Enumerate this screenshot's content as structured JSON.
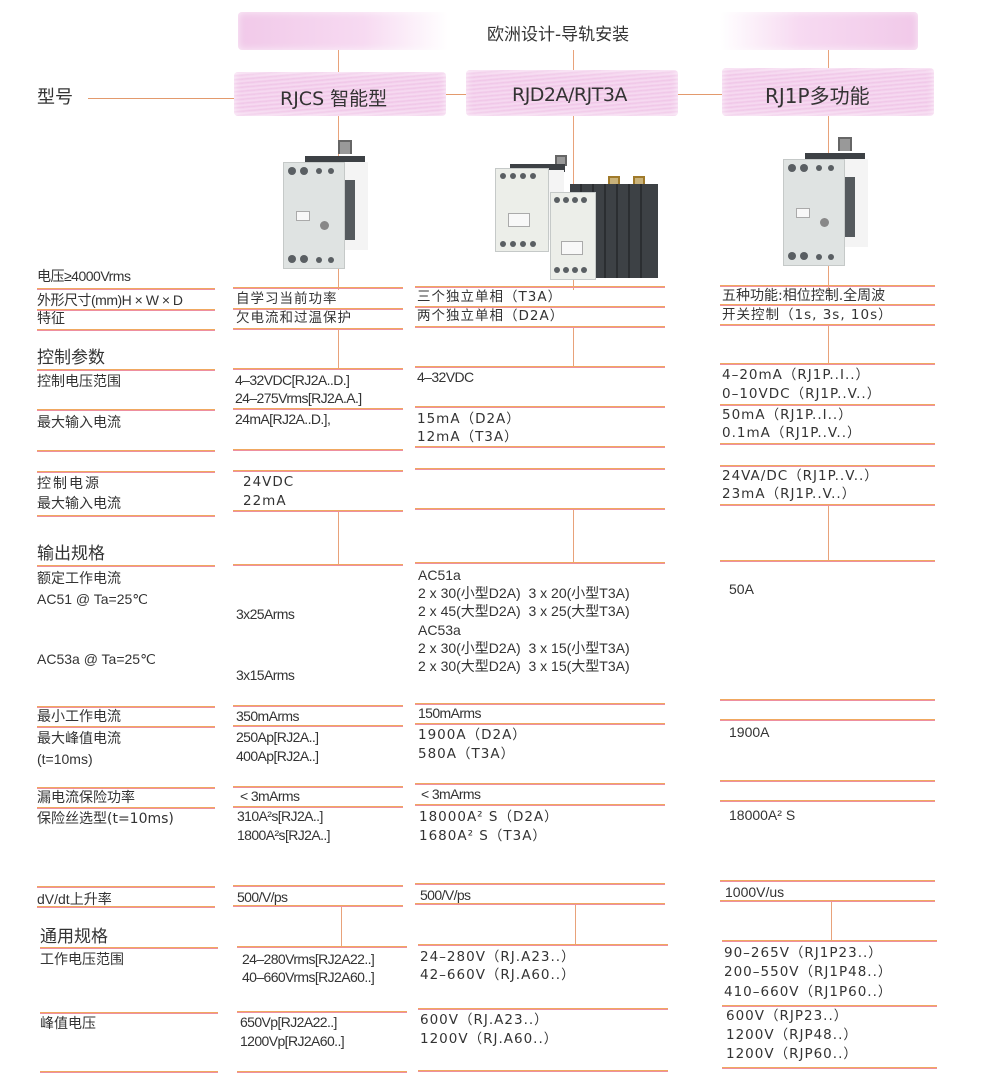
{
  "header": {
    "banner_title": "欧洲设计-导轨安装",
    "model_label": "型号",
    "models": [
      {
        "name": "RJCS 智能型"
      },
      {
        "name": "RJD2A/RJT3A"
      },
      {
        "name": "RJ1P多功能"
      }
    ]
  },
  "colors": {
    "header_pink": "#f1c9e9",
    "line_orange": "#f0a860",
    "line_pink": "#ee8fa0",
    "connector": "#e8a27a",
    "text": "#333333"
  },
  "rows": {
    "isolation": {
      "label": "电压≥4000Vrms"
    },
    "dimensions": {
      "label": "外形尺寸(mm)H × W × D",
      "c1": "自学习当前功率",
      "c2": "三个独立单相（T3A）",
      "c3": "五种功能:相位控制.全周波"
    },
    "features": {
      "label": "特征",
      "c1": "欠电流和过温保护",
      "c2": "两个独立单相（D2A）",
      "c3": "开关控制（1s, 3s, 10s）"
    },
    "control_params": {
      "label": "控制参数"
    },
    "control_voltage": {
      "label": "控制电压范围",
      "c1_l1": "4–32VDC[RJ2A..D.]",
      "c1_l2": "24–275Vrms[RJ2A.A.]",
      "c2": "4–32VDC",
      "c3_l1": "4–20mA（RJ1P..I..）",
      "c3_l2": "0–10VDC（RJ1P..V..）"
    },
    "max_input_current": {
      "label": "最大输入电流",
      "c1": "24mA[RJ2A..D.],",
      "c2_l1": "15mA（D2A）",
      "c2_l2": "12mA（T3A）",
      "c3_l1": "50mA（RJ1P..I..）",
      "c3_l2": "0.1mA（RJ1P..V..）"
    },
    "control_supply": {
      "label_l1": "控制电源",
      "label_l2": "最大输入电流",
      "c1_l1": "24VDC",
      "c1_l2": "22mA",
      "c3_l1": "24VA/DC（RJ1P..V..）",
      "c3_l2": "23mA（RJ1P..V..）"
    },
    "output_spec": {
      "label": "输出规格"
    },
    "rated_current": {
      "label_l1": "额定工作电流",
      "label_l2": "AC51 @ Ta=25℃",
      "label_ac53": "AC53a @ Ta=25℃",
      "c1_ac51": "3x25Arms",
      "c1_ac53": "3x15Arms",
      "c2_lines": [
        "AC51a",
        "2 x 30(小型D2A)  3 x 20(小型T3A)",
        "2 x 45(大型D2A)  3 x 25(大型T3A)",
        "AC53a",
        "2 x 30(小型D2A)  3 x 15(小型T3A)",
        "2 x 30(大型D2A)  3 x 15(大型T3A)"
      ],
      "c3": "50A"
    },
    "min_current": {
      "label": "最小工作电流",
      "c1": "350mArms",
      "c2": "150mArms"
    },
    "peak_current": {
      "label_l1": "最大峰值电流",
      "label_l2": "(t=10ms)",
      "c1_l1": "250Ap[RJ2A..]",
      "c1_l2": "400Ap[RJ2A..]",
      "c2_l1": "1900A（D2A）",
      "c2_l2": "580A（T3A）",
      "c3": "1900A"
    },
    "leakage": {
      "label": "漏电流保险功率",
      "c1": "< 3mArms",
      "c2": "< 3mArms"
    },
    "fuse": {
      "label": "保险丝选型(t=10ms)",
      "c1_l1": "310A²s[RJ2A..]",
      "c1_l2": "1800A²s[RJ2A..]",
      "c2_l1": "18000A² S（D2A）",
      "c2_l2": "1680A² S（T3A）",
      "c3": "18000A² S"
    },
    "dvdt": {
      "label": "dV/dt上升率",
      "c1": "500/V/ps",
      "c2": "500/V/ps",
      "c3": "1000V/us"
    },
    "general_spec": {
      "label": "通用规格"
    },
    "operating_voltage": {
      "label": "工作电压范围",
      "c1_l1": "24–280Vrms[RJ2A22..]",
      "c1_l2": "40–660Vrms[RJ2A60..]",
      "c2_l1": "24–280V（RJ.A23..）",
      "c2_l2": "42–660V（RJ.A60..）",
      "c3_l1": "90–265V（RJ1P23..）",
      "c3_l2": "200–550V（RJ1P48..）",
      "c3_l3": "410–660V（RJ1P60..）"
    },
    "peak_voltage": {
      "label": "峰值电压",
      "c1_l1": "650Vp[RJ2A22..]",
      "c1_l2": "1200Vp[RJ2A60..]",
      "c2_l1": "600V（RJ.A23..）",
      "c2_l2": "1200V（RJ.A60..）",
      "c3_l1": "600V（RJP23..）",
      "c3_l2": "1200V（RJP48..）",
      "c3_l3": "1200V（RJP60..）"
    }
  },
  "images": {
    "c1": "relay-single-module-icon",
    "c2": "relay-dual-triple-module-icon",
    "c3": "relay-multifunction-module-icon"
  }
}
